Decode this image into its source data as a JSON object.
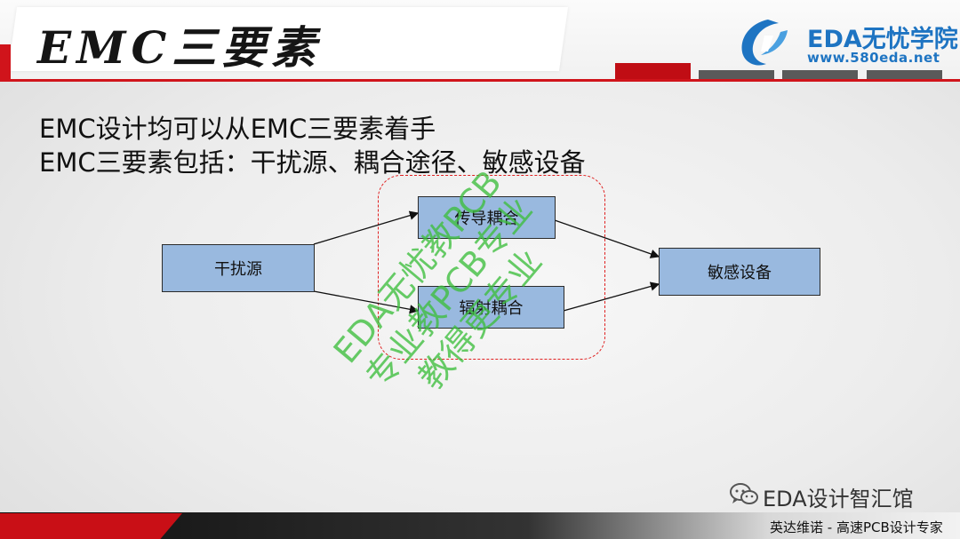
{
  "slide": {
    "title": "EMC三要素",
    "lines": [
      "EMC设计均可以从EMC三要素着手",
      "EMC三要素包括：干扰源、耦合途径、敏感设备"
    ]
  },
  "logo": {
    "name": "EDA无忧学院",
    "url": "www.580eda.net",
    "icon": "swirl-logo-icon"
  },
  "diagram": {
    "source": "干扰源",
    "conducted": "传导耦合",
    "radiated": "辐射耦合",
    "victim": "敏感设备"
  },
  "watermark": {
    "lines": [
      "EDA无忧教PCB",
      "专业教PCB专业",
      "教得更专业"
    ]
  },
  "account": {
    "label": "EDA设计智汇馆",
    "icon": "wechat-icon"
  },
  "footer": {
    "text": "英达维诺 - 高速PCB设计专家"
  },
  "colors": {
    "accent_red": "#d0141b",
    "box_fill": "#99b9df",
    "logo_blue": "#1e74c2",
    "watermark_green": "#3cbe3c",
    "dashed_red": "#e02020"
  }
}
